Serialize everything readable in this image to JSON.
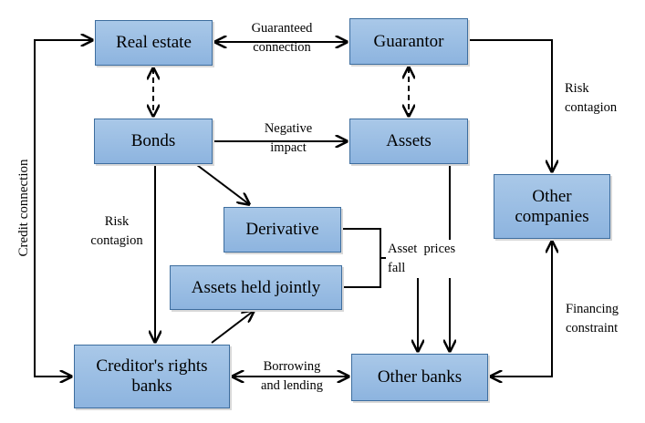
{
  "nodes": {
    "real_estate": "Real estate",
    "guarantor": "Guarantor",
    "bonds": "Bonds",
    "assets": "Assets",
    "derivative": "Derivative",
    "assets_held_jointly": "Assets held jointly",
    "other_companies": [
      "Other",
      "companies"
    ],
    "creditors_rights_banks": [
      "Creditor's rights",
      "banks"
    ],
    "other_banks": "Other banks"
  },
  "edges": {
    "guaranteed_connection": [
      "Guaranteed",
      "connection"
    ],
    "negative_impact": [
      "Negative",
      "impact"
    ],
    "risk_contagion_guarantor": [
      "Risk",
      "contagion"
    ],
    "risk_contagion_bonds": [
      "Risk",
      "contagion"
    ],
    "asset_prices_fall": [
      "Asset  prices",
      "fall"
    ],
    "financing_constraint": [
      "Financing",
      "constraint"
    ],
    "borrowing_and_lending": [
      "Borrowing",
      "and lending"
    ],
    "credit_connection": "Credit connection"
  },
  "colors": {
    "box_fill": "#9cbfe4",
    "box_border": "#3d6d9e",
    "arrow": "#000000"
  }
}
